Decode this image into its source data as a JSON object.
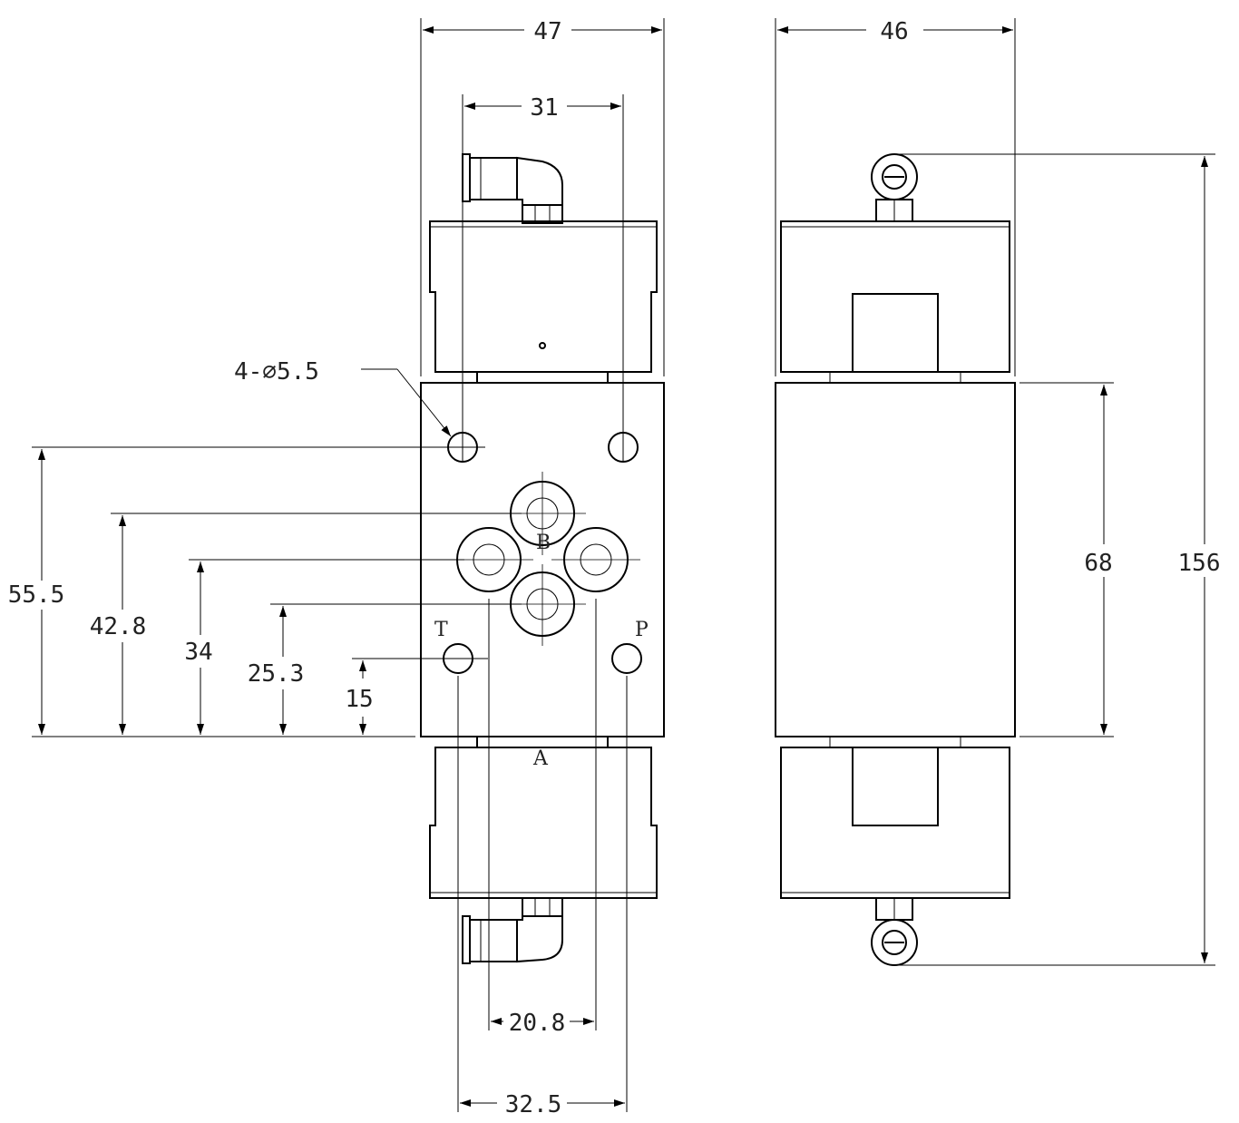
{
  "dimensions": {
    "front_width": "47",
    "bolt_spacing": "31",
    "side_width": "46",
    "hole_callout": "4-∅5.5",
    "h_55_5": "55.5",
    "h_42_8": "42.8",
    "h_34": "34",
    "h_25_3": "25.3",
    "h_15": "15",
    "body_height": "68",
    "overall_height": "156",
    "port_spacing": "20.8",
    "tp_spacing": "32.5"
  },
  "ports": {
    "b": "B",
    "t": "T",
    "p": "P",
    "a": "A"
  }
}
